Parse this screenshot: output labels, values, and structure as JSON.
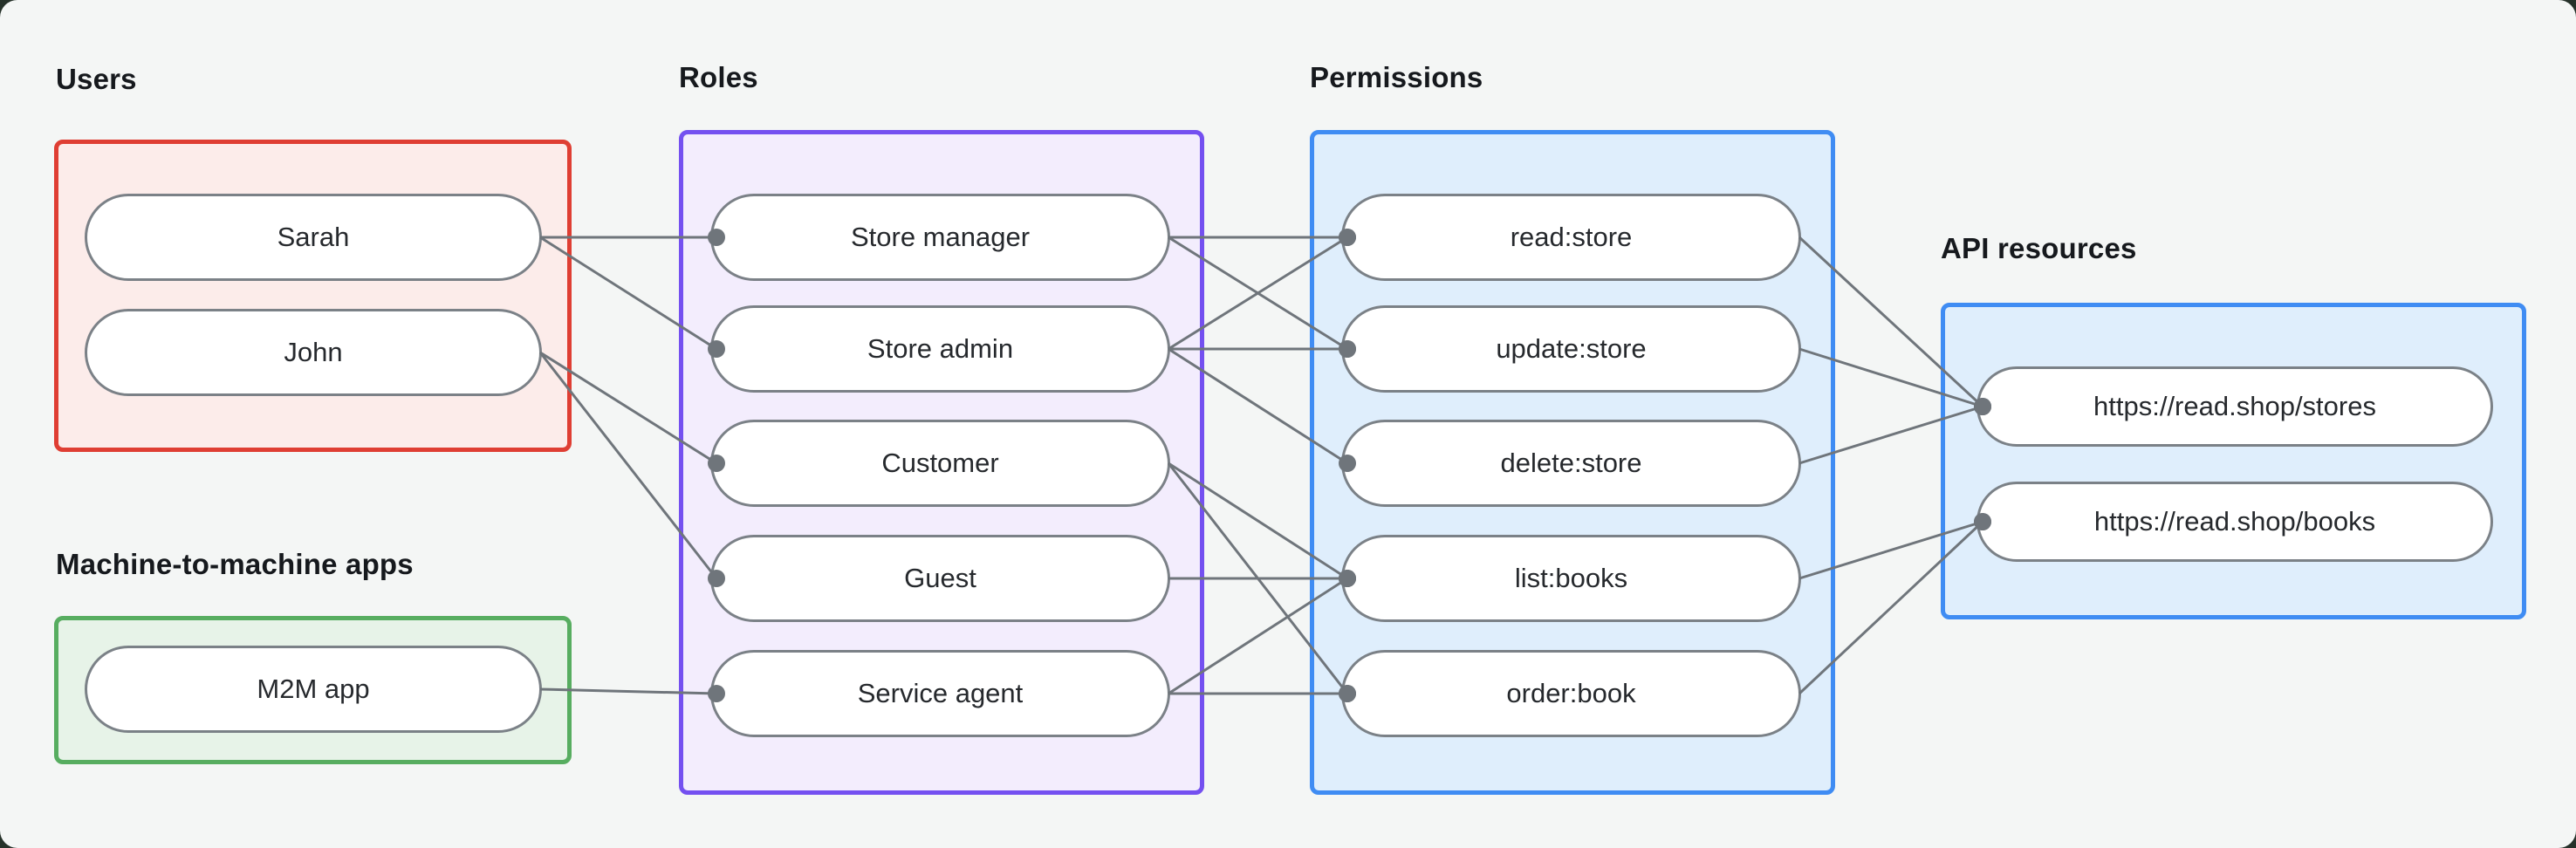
{
  "diagram": {
    "groups": {
      "users": {
        "label": "Users",
        "border_color": "#df3e33",
        "fill_color": "#fcecea",
        "items": [
          {
            "id": "sarah",
            "label": "Sarah"
          },
          {
            "id": "john",
            "label": "John"
          }
        ]
      },
      "m2m": {
        "label": "Machine-to-machine apps",
        "border_color": "#57ad60",
        "fill_color": "#e7f3e8",
        "items": [
          {
            "id": "m2m-app",
            "label": "M2M app"
          }
        ]
      },
      "roles": {
        "label": "Roles",
        "border_color": "#7450f0",
        "fill_color": "#f3edfd",
        "items": [
          {
            "id": "store-manager",
            "label": "Store manager"
          },
          {
            "id": "store-admin",
            "label": "Store admin"
          },
          {
            "id": "customer",
            "label": "Customer"
          },
          {
            "id": "guest",
            "label": "Guest"
          },
          {
            "id": "service-agent",
            "label": "Service agent"
          }
        ]
      },
      "permissions": {
        "label": "Permissions",
        "border_color": "#3f8cf3",
        "fill_color": "#dfeefc",
        "items": [
          {
            "id": "read-store",
            "label": "read:store"
          },
          {
            "id": "update-store",
            "label": "update:store"
          },
          {
            "id": "delete-store",
            "label": "delete:store"
          },
          {
            "id": "list-books",
            "label": "list:books"
          },
          {
            "id": "order-book",
            "label": "order:book"
          }
        ]
      },
      "api": {
        "label": "API resources",
        "border_color": "#3f8cf3",
        "fill_color": "#dfeefc",
        "items": [
          {
            "id": "stores",
            "label": "https://read.shop/stores"
          },
          {
            "id": "books",
            "label": "https://read.shop/books"
          }
        ]
      }
    },
    "edges": [
      [
        "sarah",
        "store-manager"
      ],
      [
        "sarah",
        "store-admin"
      ],
      [
        "john",
        "customer"
      ],
      [
        "john",
        "guest"
      ],
      [
        "m2m-app",
        "service-agent"
      ],
      [
        "store-manager",
        "read-store"
      ],
      [
        "store-manager",
        "update-store"
      ],
      [
        "store-admin",
        "read-store"
      ],
      [
        "store-admin",
        "update-store"
      ],
      [
        "store-admin",
        "delete-store"
      ],
      [
        "customer",
        "list-books"
      ],
      [
        "customer",
        "order-book"
      ],
      [
        "guest",
        "list-books"
      ],
      [
        "service-agent",
        "list-books"
      ],
      [
        "service-agent",
        "order-book"
      ],
      [
        "read-store",
        "stores"
      ],
      [
        "update-store",
        "stores"
      ],
      [
        "delete-store",
        "stores"
      ],
      [
        "list-books",
        "books"
      ],
      [
        "order-book",
        "books"
      ]
    ],
    "styles": {
      "background": "#f4f6f5",
      "node_fill": "#ffffff",
      "node_border": "#7b8187",
      "node_text": "#26292d",
      "edge_color": "#6f757b",
      "label_color": "#16191d"
    }
  }
}
